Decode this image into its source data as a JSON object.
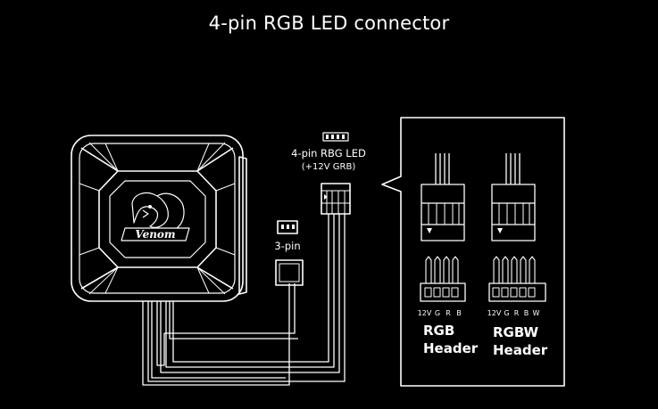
{
  "title": "4-pin RGB LED connector",
  "labels": {
    "led_connector_line1": "4-pin RBG LED",
    "led_connector_line2": "(+12V GRB)",
    "three_pin": "3-pin"
  },
  "pins": {
    "rgb": [
      "12V",
      "G",
      "R",
      "B"
    ],
    "rgbw": [
      "12V",
      "G",
      "R",
      "B",
      "W"
    ]
  },
  "headers": {
    "rgb_line1": "RGB",
    "rgb_line2": "Header",
    "rgbw_line1": "RGBW",
    "rgbw_line2": "Header"
  },
  "colors": {
    "background": "#000000",
    "line": "#ffffff"
  },
  "logo_text": "Venom"
}
